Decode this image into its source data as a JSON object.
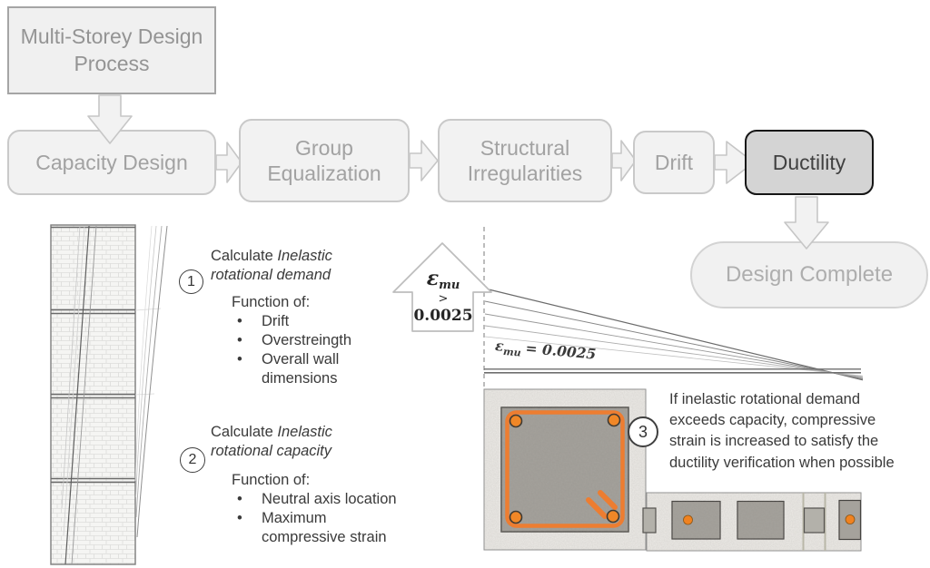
{
  "colors": {
    "accent_orange": "#ED7D31",
    "box_fill": "#F2F2F2",
    "box_border": "#C9C9C9",
    "active_box_fill": "#D4D4D4",
    "active_box_border": "#151515",
    "muted_text": "#A2A2A2",
    "dark_text": "#3A3A3A"
  },
  "flow": {
    "root_label": "Multi-Storey Design Process",
    "steps": [
      {
        "label": "Capacity Design"
      },
      {
        "label": "Group Equalization"
      },
      {
        "label": "Structural Irregularities"
      },
      {
        "label": "Drift"
      },
      {
        "label": "Ductility",
        "active": true
      }
    ],
    "final_label": "Design Complete"
  },
  "steps_panel": {
    "step1": {
      "number": "1",
      "lead": "Calculate",
      "emphasis": "Inelastic rotational demand",
      "function_label": "Function of:",
      "bullets": [
        "Drift",
        "Overstreingth",
        "Overall wall dimensions"
      ]
    },
    "step2": {
      "number": "2",
      "lead": "Calculate",
      "emphasis": "Inelastic rotational capacity",
      "function_label": "Function of:",
      "bullets": [
        "Neutral axis location",
        "Maximum compressive strain"
      ]
    }
  },
  "strain_figure": {
    "arrow": {
      "symbol": "ε",
      "subscript": "mu",
      "operator": ">",
      "value": "0.0025"
    },
    "limit_label": {
      "symbol": "ε",
      "subscript": "mu",
      "equals": "= 0.0025"
    }
  },
  "note": {
    "number": "3",
    "text": "If inelastic rotational demand exceeds capacity, compressive strain is increased to satisfy the ductility verification when possible"
  }
}
